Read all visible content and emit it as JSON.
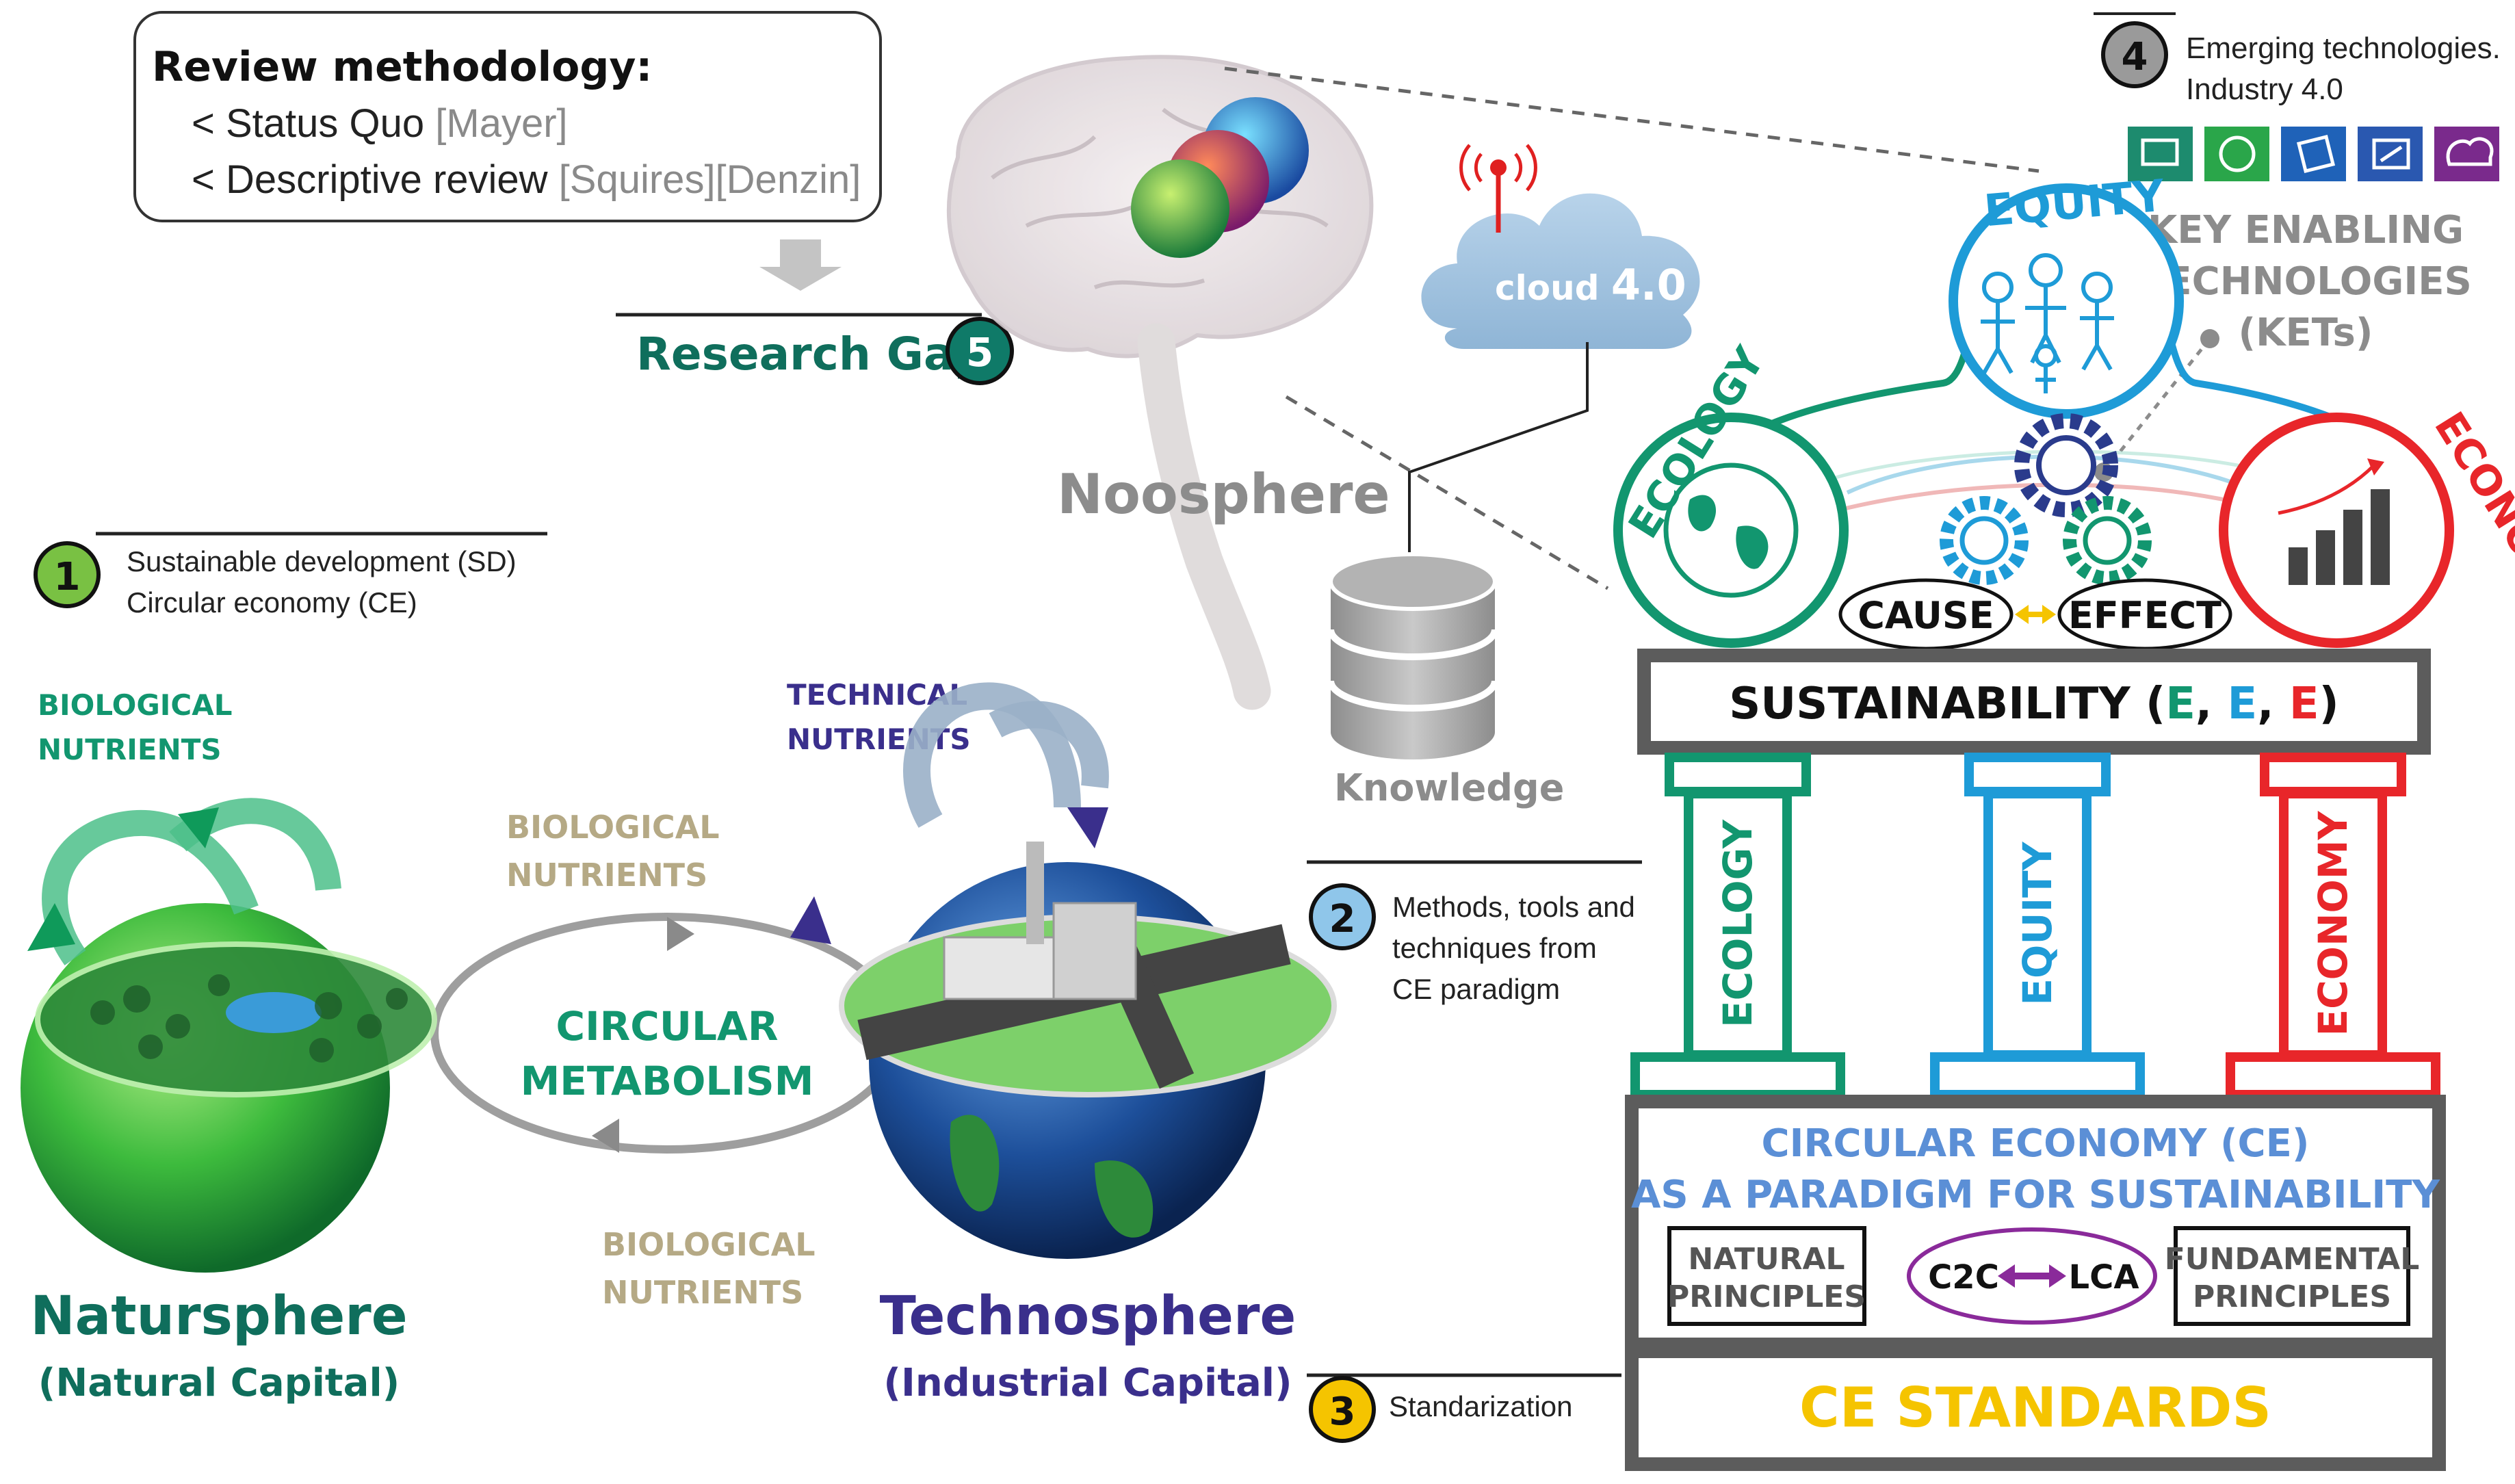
{
  "review": {
    "title": "Review methodology:",
    "items": [
      {
        "prefix": "< Status Quo ",
        "ref": "[Mayer]"
      },
      {
        "prefix": "< Descriptive review ",
        "ref": "[Squires][Denzin]"
      }
    ]
  },
  "research_gap": {
    "label": "Research Gap",
    "number": "5"
  },
  "noosphere": "Noosphere",
  "cloud": {
    "prefix": "cloud ",
    "version": "4.0"
  },
  "knowledge": "Knowledge",
  "step1": {
    "number": "1",
    "line1": "Sustainable development (SD)",
    "line2": "Circular economy (CE)"
  },
  "step2": {
    "number": "2",
    "line1": "Methods, tools and",
    "line2": "techniques from",
    "line3": "CE paradigm"
  },
  "step3": {
    "number": "3",
    "line1": "Standarization"
  },
  "step4": {
    "number": "4",
    "line1": "Emerging technologies.",
    "line2": "Industry 4.0"
  },
  "kets": {
    "line1": "KEY ENABLING",
    "line2": "TECHNOLOGIES",
    "line3": "(KETs)"
  },
  "pillars": {
    "ecology": "ECOLOGY",
    "equity": "EQUITY",
    "economy": "ECONOMY"
  },
  "cause": "CAUSE",
  "effect": "EFFECT",
  "sustainability": {
    "prefix": "SUSTAINABILITY (",
    "e1": "E",
    "sep1": ", ",
    "e2": "E",
    "sep2": ", ",
    "e3": "E",
    "suffix": ")"
  },
  "ce": {
    "line1": "CIRCULAR ECONOMY (CE)",
    "line2": "AS A PARADIGM FOR SUSTAINABILITY",
    "natural1": "NATURAL",
    "natural2": "PRINCIPLES",
    "c2c": "C2C",
    "lca": "LCA",
    "fund1": "FUNDAMENTAL",
    "fund2": "PRINCIPLES",
    "standards": "CE STANDARDS"
  },
  "left": {
    "bio_nutrients_1": "BIOLOGICAL",
    "bio_nutrients_2": "NUTRIENTS",
    "tech_nutrients_1": "TECHNICAL",
    "tech_nutrients_2": "NUTRIENTS",
    "bio_top_1": "BIOLOGICAL",
    "bio_top_2": "NUTRIENTS",
    "bio_bottom_1": "BIOLOGICAL",
    "bio_bottom_2": "NUTRIENTS",
    "circ1": "CIRCULAR",
    "circ2": "METABOLISM",
    "natursphere": "Natursphere",
    "natural_capital": "(Natural Capital)",
    "technosphere": "Technosphere",
    "industrial_capital": "(Industrial Capital)"
  },
  "colors": {
    "ecology": "#12966f",
    "equity": "#1e9bd7",
    "economy": "#e8262a",
    "teal_text": "#0f6e5c",
    "tan": "#b5a985",
    "navy": "#3a2f8c",
    "ce_blue": "#5b8fd6",
    "yellow": "#f5c400",
    "gray_box": "#5c5c5c"
  }
}
